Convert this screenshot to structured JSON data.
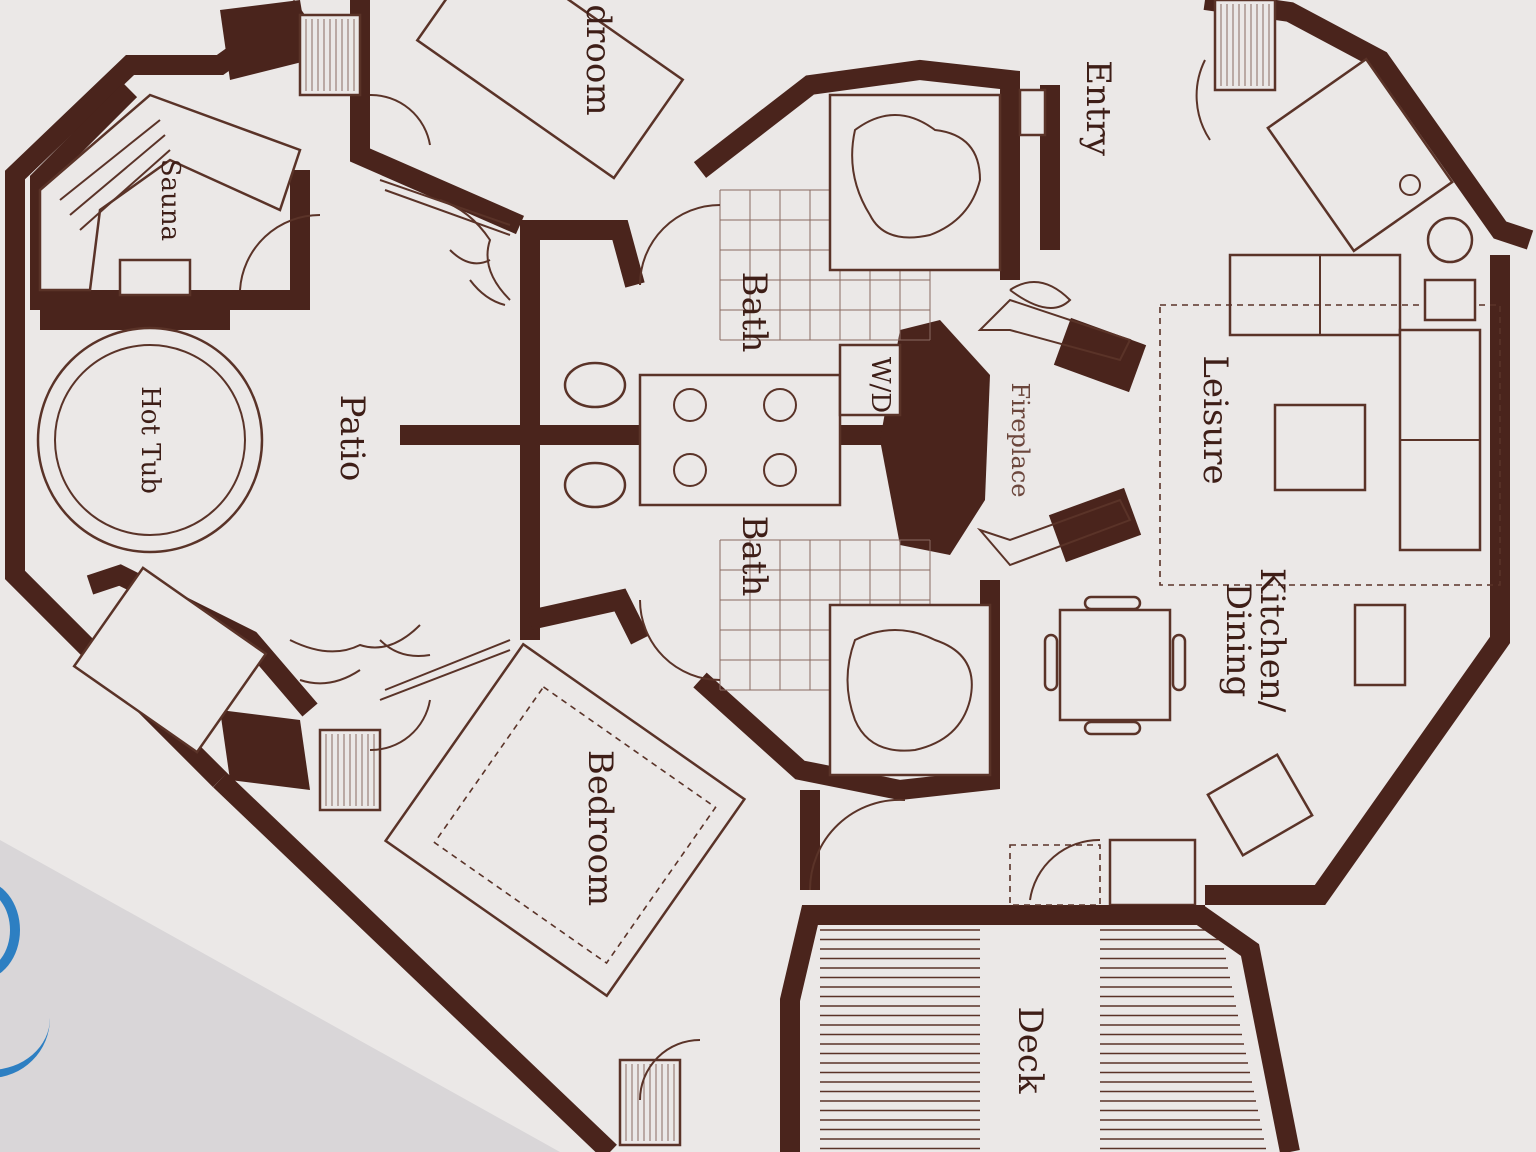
{
  "floorplan": {
    "rooms": {
      "bedroom_top": "droom",
      "entry": "Entry",
      "sauna": "Sauna",
      "hot_tub": "Hot Tub",
      "patio": "Patio",
      "bath_upper": "Bath",
      "bath_lower": "Bath",
      "wd": "W/D",
      "fireplace": "Fireplace",
      "leisure": "Leisure",
      "kitchen_dining": "Kitchen/ Dining",
      "bedroom_bottom": "Bedroom",
      "deck": "Deck"
    }
  },
  "colors": {
    "wall": "#4a241c",
    "paper": "#ebe8e7",
    "accent": "#2d7fc2"
  }
}
